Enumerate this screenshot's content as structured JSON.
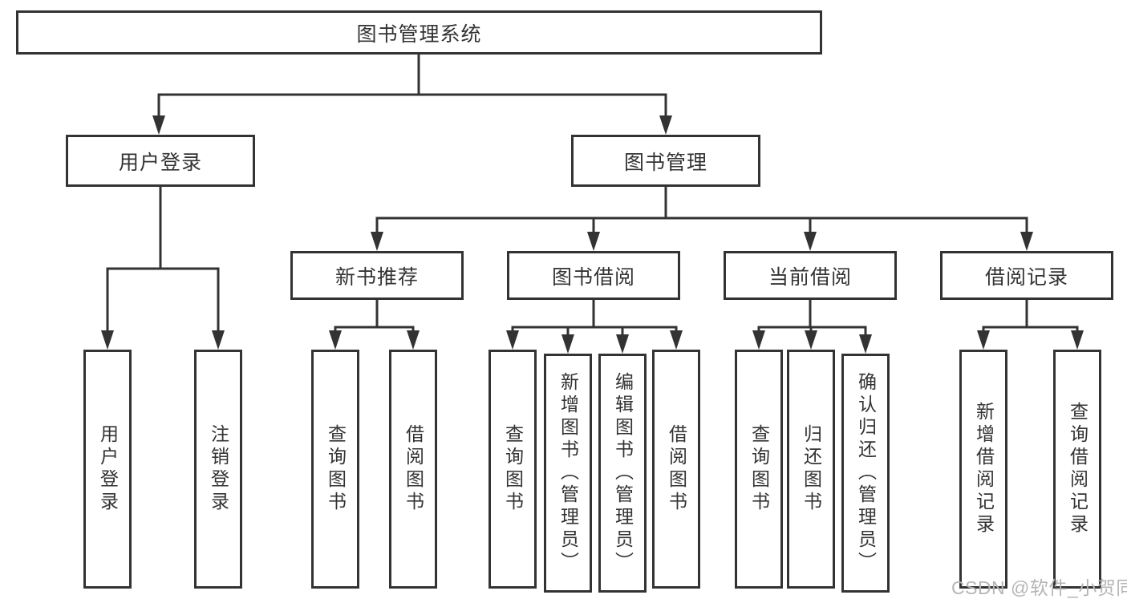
{
  "diagram": {
    "root": {
      "label": "图书管理系统"
    },
    "level2": {
      "user_login": {
        "label": "用户登录"
      },
      "book_management": {
        "label": "图书管理"
      }
    },
    "level3": {
      "new_book_recommend": {
        "label": "新书推荐"
      },
      "book_borrowing": {
        "label": "图书借阅"
      },
      "current_borrowing": {
        "label": "当前借阅"
      },
      "borrowing_records": {
        "label": "借阅记录"
      }
    },
    "leaves": {
      "user_login": [
        "用户登录",
        "注销登录"
      ],
      "new_book_recommend": [
        "查询图书",
        "借阅图书"
      ],
      "book_borrowing": [
        "查询图书",
        "新增图书（管理员）",
        "编辑图书（管理员）",
        "借阅图书"
      ],
      "current_borrowing": [
        "查询图书",
        "归还图书",
        "确认归还（管理员）"
      ],
      "borrowing_records": [
        "新增借阅记录",
        "查询借阅记录"
      ]
    }
  },
  "watermark": {
    "text": "CSDN @软件_小贺同学"
  },
  "colors": {
    "line": "#333333",
    "box_border": "#333333",
    "text": "#333333",
    "background": "#ffffff",
    "watermark": "#b5b5b5"
  }
}
